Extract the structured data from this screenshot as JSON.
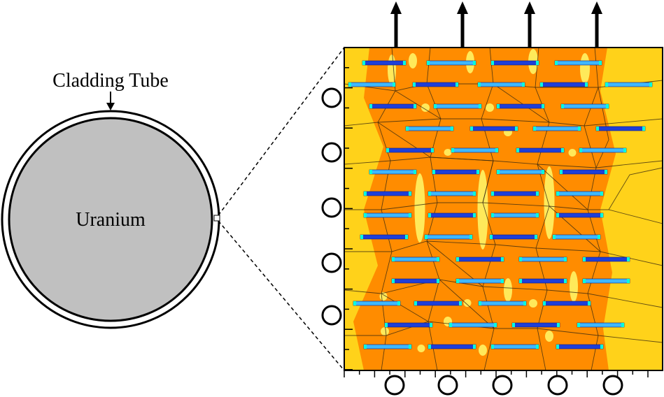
{
  "labels": {
    "cladding": "Cladding Tube",
    "core": "Uranium"
  },
  "colors": {
    "background": "#ffffff",
    "uranium_fill": "#c0c0c0",
    "outline": "#000000",
    "field_base": "#ffd21a",
    "field_hot": "#ff8c00",
    "field_bright": "#ffe95a",
    "fiber_dark": "#1f3fd8",
    "fiber_light": "#3fb8ff",
    "fiber_edge": "#00ffe0"
  },
  "counts": {
    "load_arrows": 4,
    "left_constraints": 5,
    "bottom_constraints": 5,
    "fiber_rows": 14
  }
}
